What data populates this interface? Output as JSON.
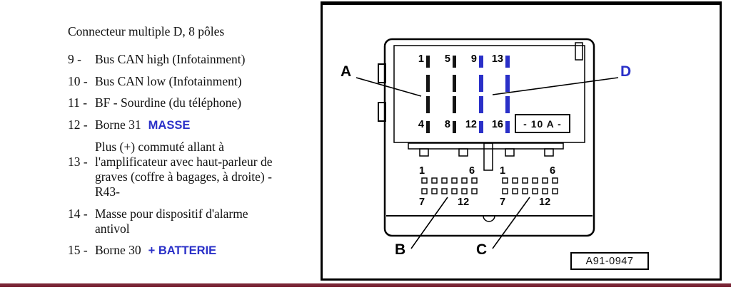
{
  "colors": {
    "accent_blue": "#2a30c8",
    "maroon": "#7a2636"
  },
  "legend": {
    "title": "Connecteur multiple D, 8 pôles",
    "items": [
      {
        "num": "9 -",
        "text": "Bus CAN high (Infotainment)"
      },
      {
        "num": "10 -",
        "text": "Bus CAN low (Infotainment)"
      },
      {
        "num": "11 -",
        "text": "BF - Sourdine (du téléphone)"
      },
      {
        "num": "12 -",
        "text": "Borne 31",
        "highlight": "MASSE"
      },
      {
        "num": "13 -",
        "text": "Plus (+) commuté allant à\nl'amplificateur avec haut-parleur de\ngraves (coffre à bagages, à droite) -\nR43-"
      },
      {
        "num": "14 -",
        "text": "Masse pour dispositif d'alarme\nantivol"
      },
      {
        "num": "15 -",
        "text": "Borne 30",
        "highlight": "+ BATTERIE"
      }
    ]
  },
  "diagram": {
    "labels": {
      "a": "A",
      "b": "B",
      "c": "C",
      "d": "D"
    },
    "fuse_label": "- 10 A -",
    "ref_label": "A91-0947",
    "upper_pins": {
      "top": [
        "1",
        "5",
        "9",
        "13"
      ],
      "bottom": [
        "4",
        "8",
        "12",
        "16"
      ]
    },
    "lower_groups": [
      {
        "top_left": "1",
        "top_right": "6",
        "bottom_left": "7",
        "bottom_right": "12"
      },
      {
        "top_left": "1",
        "top_right": "6",
        "bottom_left": "7",
        "bottom_right": "12"
      }
    ]
  }
}
